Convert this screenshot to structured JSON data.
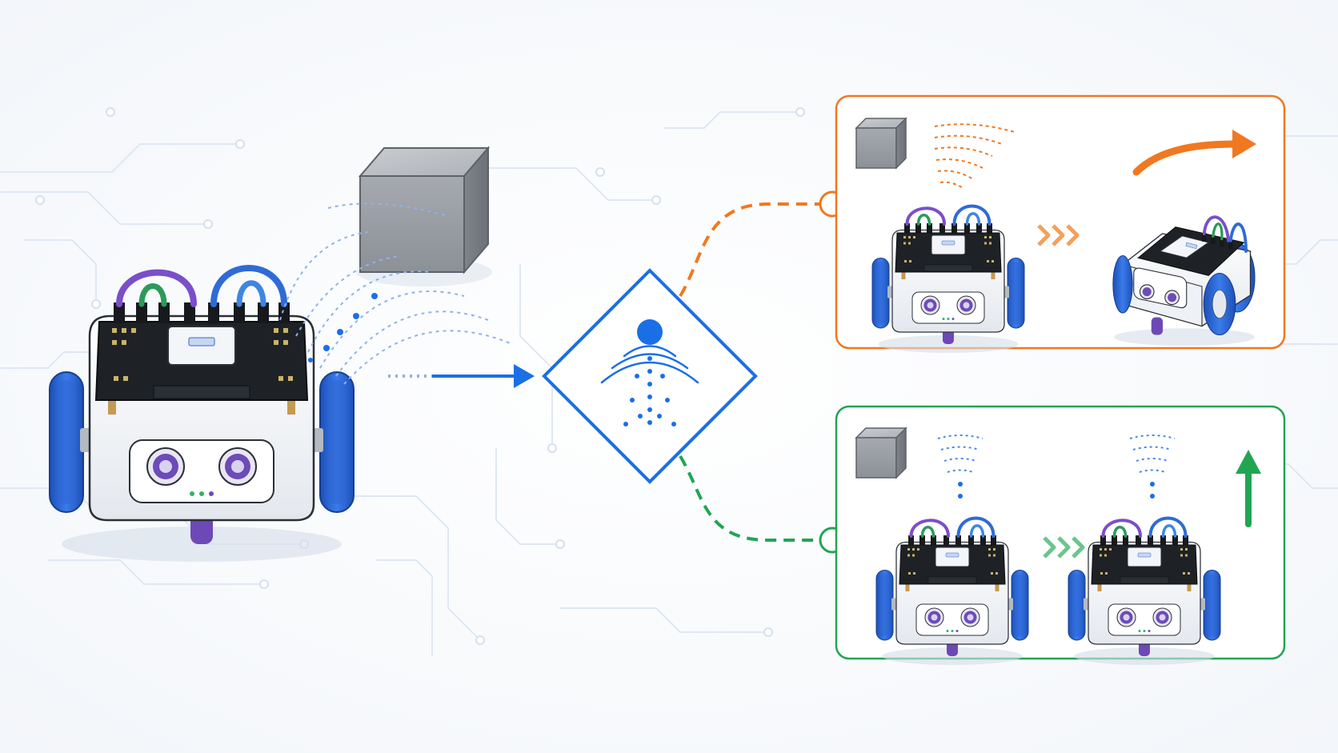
{
  "colors": {
    "background": "#fbfcfd",
    "circuit_trace": "#dce6f2",
    "accent_blue": "#1a6fe6",
    "obstacle_branch": "#f07820",
    "clear_branch": "#22a553",
    "robot_body": "#f4f6f8",
    "robot_board": "#1e2226",
    "wheel": "#2a63d4",
    "cube_grey": "#9a9fa6",
    "wire_purple": "#7a4fc9",
    "wire_green": "#2a9a5a",
    "wire_blue": "#2f6bd6",
    "eye_purple": "#6d4bb8",
    "led_green": "#2eb36a"
  },
  "flow": {
    "source": {
      "icon": "robot-car-icon",
      "target_icon": "obstacle-cube-icon",
      "signal_icon": "ultrasonic-wave-icon"
    },
    "decision": {
      "icon": "sensor-decision-diamond-icon"
    },
    "branches": [
      {
        "id": "obstacle-detected",
        "color": "#f07820",
        "result": "turn-away",
        "result_icon": "curved-turn-arrow-icon"
      },
      {
        "id": "path-clear",
        "color": "#22a553",
        "result": "move-forward",
        "result_icon": "forward-arrow-icon"
      }
    ]
  }
}
